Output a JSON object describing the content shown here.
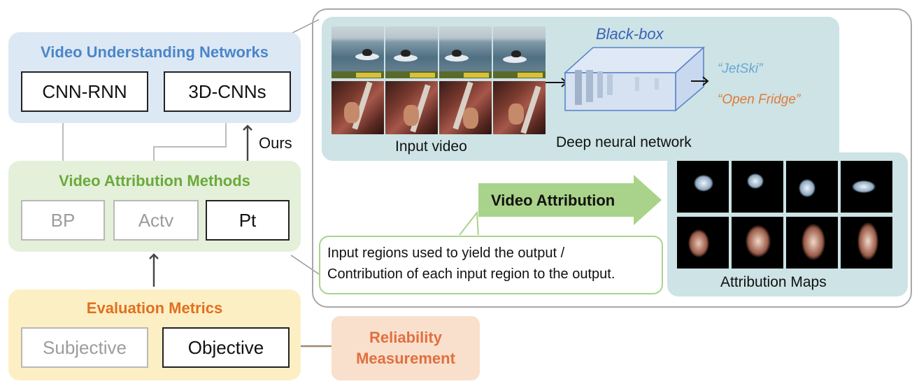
{
  "left": {
    "understanding": {
      "title": "Video Understanding Networks",
      "box1": "CNN-RNN",
      "box2": "3D-CNNs"
    },
    "attribution": {
      "title": "Video Attribution Methods",
      "box1": "BP",
      "box2": "Actv",
      "box3": "Pt"
    },
    "evaluation": {
      "title": "Evaluation Metrics",
      "box1": "Subjective",
      "box2": "Objective"
    },
    "ours_label": "Ours",
    "reliability": {
      "line1": "Reliability",
      "line2": "Measurement"
    }
  },
  "detail": {
    "input_video_label": "Input video",
    "blackbox_label": "Black-box",
    "dnn_label": "Deep neural network",
    "output1": "“JetSki”",
    "output2": "“Open Fridge”",
    "video_attribution_label": "Video Attribution",
    "callout_line1": "Input regions used to yield the output /",
    "callout_line2": "Contribution of each input region to the output.",
    "attribution_maps_label": "Attribution Maps"
  },
  "colors": {
    "blue_panel": "#dde8f5",
    "blue_title": "#4a86c8",
    "green_panel": "#e4f0da",
    "green_title": "#6aaa3a",
    "yellow_panel": "#fdefc4",
    "orange_title": "#e07020",
    "peach_panel": "#f9e0cc",
    "teal_panel": "#cde3e5",
    "output1_color": "#6aa6d8",
    "output2_color": "#e07a3c"
  }
}
